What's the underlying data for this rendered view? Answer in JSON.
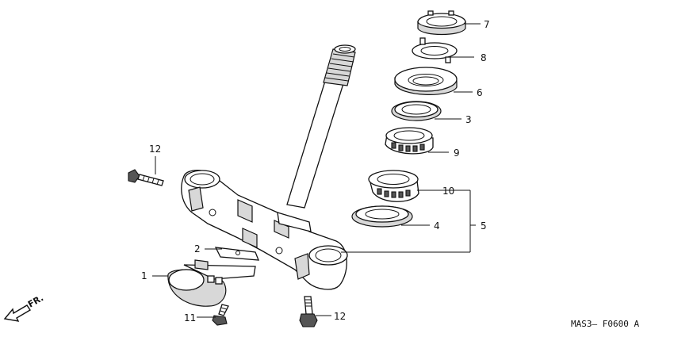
{
  "diagram": {
    "callouts": [
      "1",
      "2",
      "3",
      "4",
      "5",
      "6",
      "7",
      "8",
      "9",
      "10",
      "11",
      "12",
      "12"
    ],
    "direction_label": "FR.",
    "diagram_code": "MAS3— F0600  A"
  }
}
